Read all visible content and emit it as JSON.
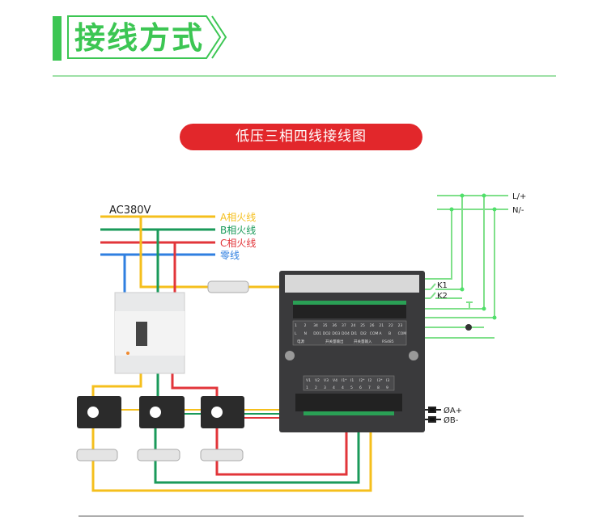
{
  "header": {
    "title": "接线方式"
  },
  "diagram": {
    "title": "低压三相四线接线图",
    "supply_label": "AC380V",
    "lines": [
      {
        "label": "A相火线",
        "color": "#f5bf1c"
      },
      {
        "label": "B相火线",
        "color": "#1a9a5a"
      },
      {
        "label": "C相火线",
        "color": "#e2353a"
      },
      {
        "label": "零线",
        "color": "#2f7fe0"
      }
    ],
    "aux_power": {
      "l": "L/+",
      "n": "N/-"
    },
    "switches": {
      "k1": "K1",
      "k2": "K2"
    },
    "rs485": {
      "a": "ØA+",
      "b": "ØB-"
    },
    "meter": {
      "top_numbers": [
        "1",
        "2",
        "34",
        "35",
        "36",
        "37",
        "24",
        "25",
        "26",
        "21",
        "22",
        "23"
      ],
      "top_signals": [
        "L",
        "N",
        "DO1",
        "DO2",
        "DO3",
        "DO4",
        "DI1",
        "DI2",
        "COM",
        "A",
        "B",
        "COM"
      ],
      "top_groups": [
        "电源",
        "开关量输出",
        "开关量输入",
        "RS485"
      ],
      "bottom_signals": [
        "V1",
        "V2",
        "V3",
        "V4",
        "I1*",
        "I1",
        "I2*",
        "I2",
        "I3*",
        "I3"
      ],
      "bottom_numbers": [
        "1",
        "2",
        "3",
        "4",
        "4",
        "5",
        "6",
        "7",
        "8",
        "9"
      ]
    }
  }
}
